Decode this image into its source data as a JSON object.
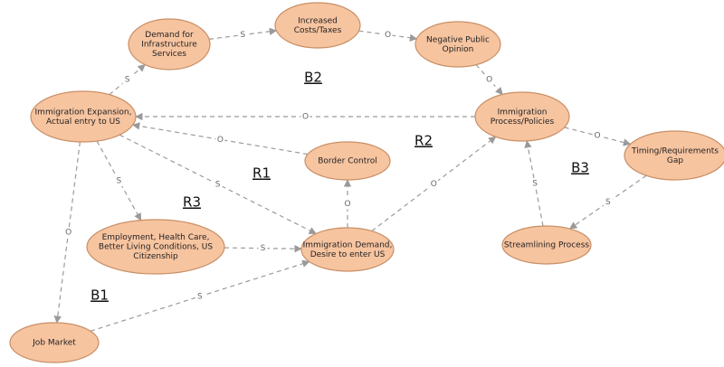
{
  "nodes": [
    {
      "id": "demand-infra",
      "lines": [
        "Demand for",
        "Infrastructure",
        "Services"
      ]
    },
    {
      "id": "costs",
      "lines": [
        "Increased",
        "Costs/Taxes"
      ]
    },
    {
      "id": "public-opinion",
      "lines": [
        "Negative Public",
        "Opinion"
      ]
    },
    {
      "id": "immigration-expansion",
      "lines": [
        "Immigration Expansion,",
        "Actual entry to US"
      ]
    },
    {
      "id": "process-policies",
      "lines": [
        "Immigration",
        "Process/Policies"
      ]
    },
    {
      "id": "border-control",
      "lines": [
        "Border Control"
      ]
    },
    {
      "id": "timing-gap",
      "lines": [
        "Timing/Requirements",
        "Gap"
      ]
    },
    {
      "id": "employment",
      "lines": [
        "Employment, Health Care,",
        "Better Living Conditions, US",
        "Citizenship"
      ]
    },
    {
      "id": "immigration-demand",
      "lines": [
        "Immigration Demand,",
        "Desire to enter US"
      ]
    },
    {
      "id": "streamlining",
      "lines": [
        "Streamlining Process"
      ]
    },
    {
      "id": "job-market",
      "lines": [
        "Job Market"
      ]
    }
  ],
  "edges": [
    {
      "from": "immigration-expansion",
      "to": "demand-infra",
      "label": "S"
    },
    {
      "from": "demand-infra",
      "to": "costs",
      "label": "S"
    },
    {
      "from": "costs",
      "to": "public-opinion",
      "label": "O"
    },
    {
      "from": "public-opinion",
      "to": "process-policies",
      "label": "O"
    },
    {
      "from": "process-policies",
      "to": "immigration-expansion",
      "label": "O"
    },
    {
      "from": "border-control",
      "to": "immigration-expansion",
      "label": "O"
    },
    {
      "from": "immigration-expansion",
      "to": "immigration-demand",
      "label": "S"
    },
    {
      "from": "immigration-expansion",
      "to": "employment",
      "label": "S"
    },
    {
      "from": "immigration-expansion",
      "to": "job-market",
      "label": "O"
    },
    {
      "from": "employment",
      "to": "immigration-demand",
      "label": "S"
    },
    {
      "from": "job-market",
      "to": "immigration-demand",
      "label": "S"
    },
    {
      "from": "immigration-demand",
      "to": "border-control",
      "label": "O"
    },
    {
      "from": "immigration-demand",
      "to": "process-policies",
      "label": "O"
    },
    {
      "from": "process-policies",
      "to": "timing-gap",
      "label": "O"
    },
    {
      "from": "timing-gap",
      "to": "streamlining",
      "label": "S"
    },
    {
      "from": "streamlining",
      "to": "process-policies",
      "label": "S"
    }
  ],
  "loops": [
    {
      "id": "B2",
      "label": "B2"
    },
    {
      "id": "R2",
      "label": "R2"
    },
    {
      "id": "R1",
      "label": "R1"
    },
    {
      "id": "B3",
      "label": "B3"
    },
    {
      "id": "R3",
      "label": "R3"
    },
    {
      "id": "B1",
      "label": "B1"
    }
  ]
}
